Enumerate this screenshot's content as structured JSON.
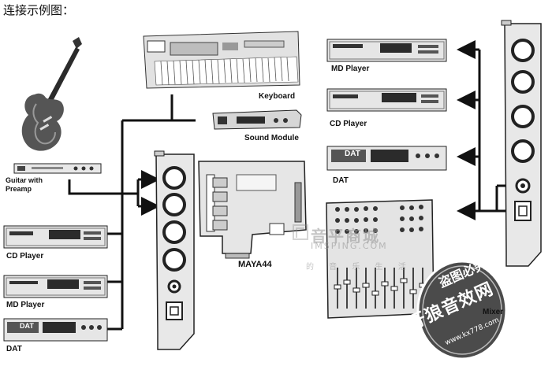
{
  "title": "连接示例图：",
  "labels": {
    "guitar": "Guitar with\nPreamp",
    "cd_left": "CD Player",
    "md_left": "MD Player",
    "dat_left": "DAT",
    "keyboard": "Keyboard",
    "sound_module": "Sound Module",
    "maya44": "MAYA44",
    "md_right": "MD Player",
    "cd_right": "CD Player",
    "dat_right": "DAT",
    "mixer": "Mixer",
    "dat_face": "DAT"
  },
  "watermark": {
    "name": "音平商城",
    "url": "IMSPING.COM",
    "tagline": "的 音 乐 生 活",
    "stamp_line1": "盗图必究",
    "stamp_line2": "牙狼音效网",
    "stamp_url": "www.kx778.com"
  },
  "colors": {
    "line": "#111111",
    "device_fill": "#e6e6e6",
    "device_dark": "#2b2b2b",
    "stamp_bg": "#555555"
  }
}
